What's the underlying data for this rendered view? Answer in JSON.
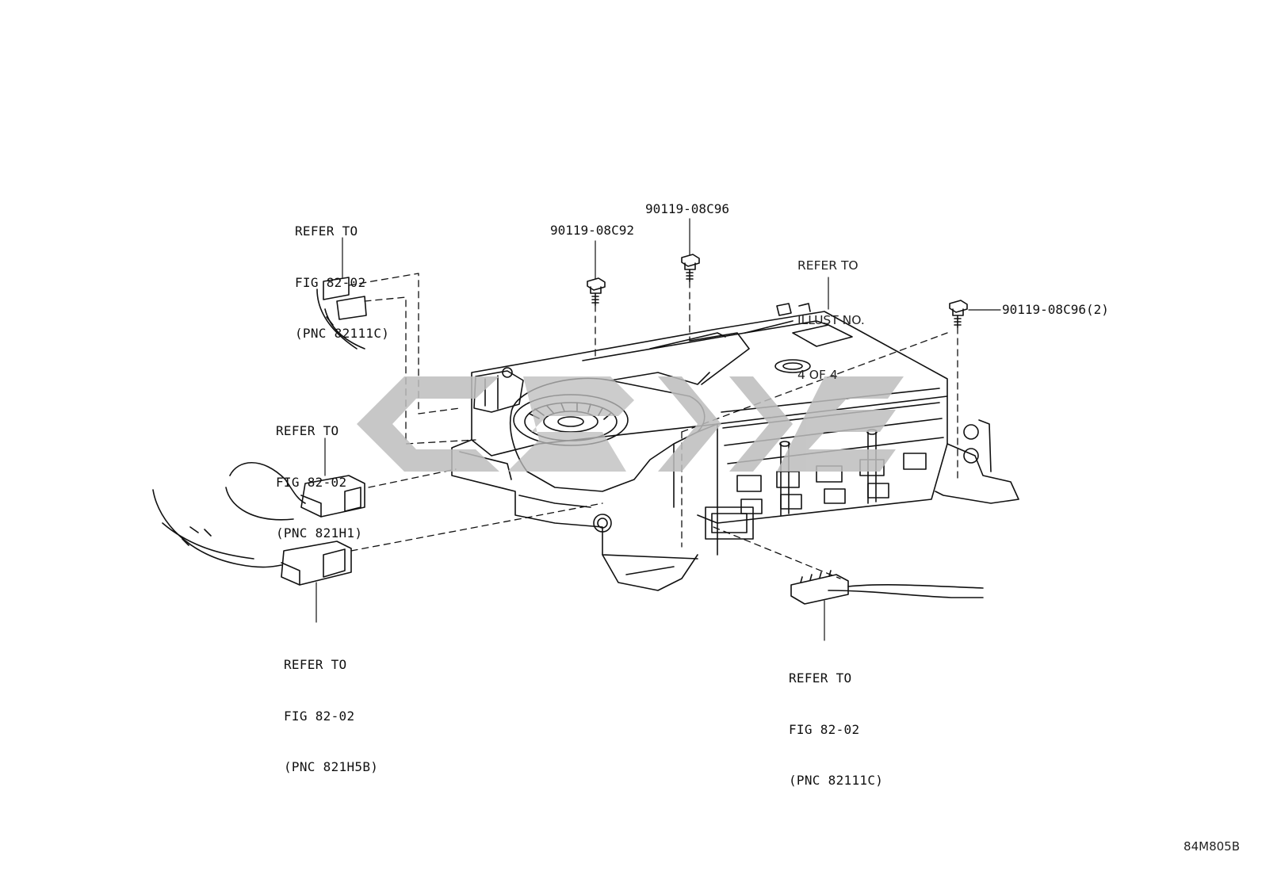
{
  "callouts": {
    "top_left": {
      "lines": [
        "REFER TO",
        "FIG 82-02",
        "(PNC 82111C)"
      ]
    },
    "mid_left": {
      "lines": [
        "REFER TO",
        "FIG 82-02",
        "(PNC 821H1)"
      ]
    },
    "bottom_left": {
      "lines": [
        "REFER TO",
        "FIG 82-02",
        "(PNC 821H5B)"
      ]
    },
    "bottom_right": {
      "lines": [
        "REFER TO",
        "FIG 82-02",
        "(PNC 82111C)"
      ]
    },
    "illust": {
      "lines": [
        "REFER TO",
        "ILLUST NO.",
        "4 OF 4"
      ]
    }
  },
  "part_numbers": {
    "bolt_left": "90119-08C92",
    "bolt_center": "90119-08C96",
    "bolt_right": "90119-08C96(2)"
  },
  "illustration_code": "84M805B",
  "colors": {
    "line": "#111111",
    "watermark": "#bdbdbd",
    "background": "#ffffff"
  }
}
